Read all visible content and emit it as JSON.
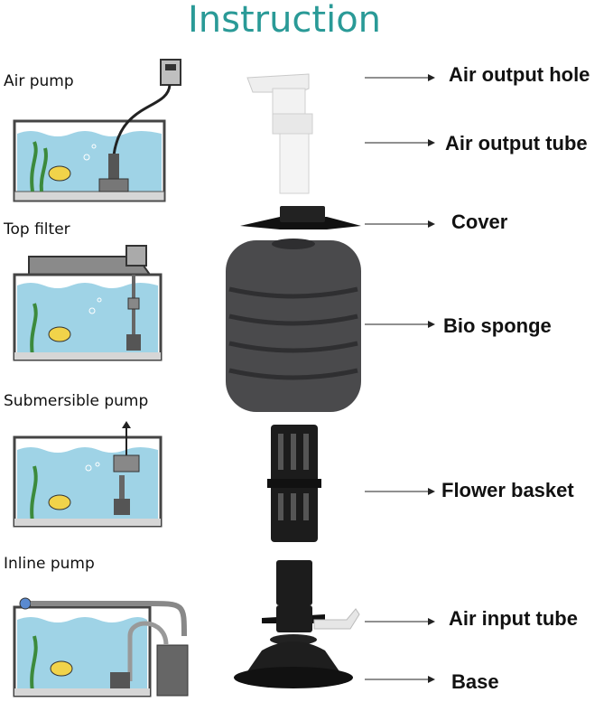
{
  "title": "Instruction",
  "left_labels": [
    "Air pump",
    "Top filter",
    "Submersible pump",
    "Inline pump"
  ],
  "parts": [
    {
      "label": "Air output hole"
    },
    {
      "label": "Air output tube"
    },
    {
      "label": "Cover"
    },
    {
      "label": "Bio sponge"
    },
    {
      "label": "Flower basket"
    },
    {
      "label": "Air input tube"
    },
    {
      "label": "Base"
    }
  ],
  "colors": {
    "title": "#2a9a97",
    "water": "#9fd3e6",
    "sponge": "#4a4a4c",
    "plastic": "#1c1c1c"
  }
}
